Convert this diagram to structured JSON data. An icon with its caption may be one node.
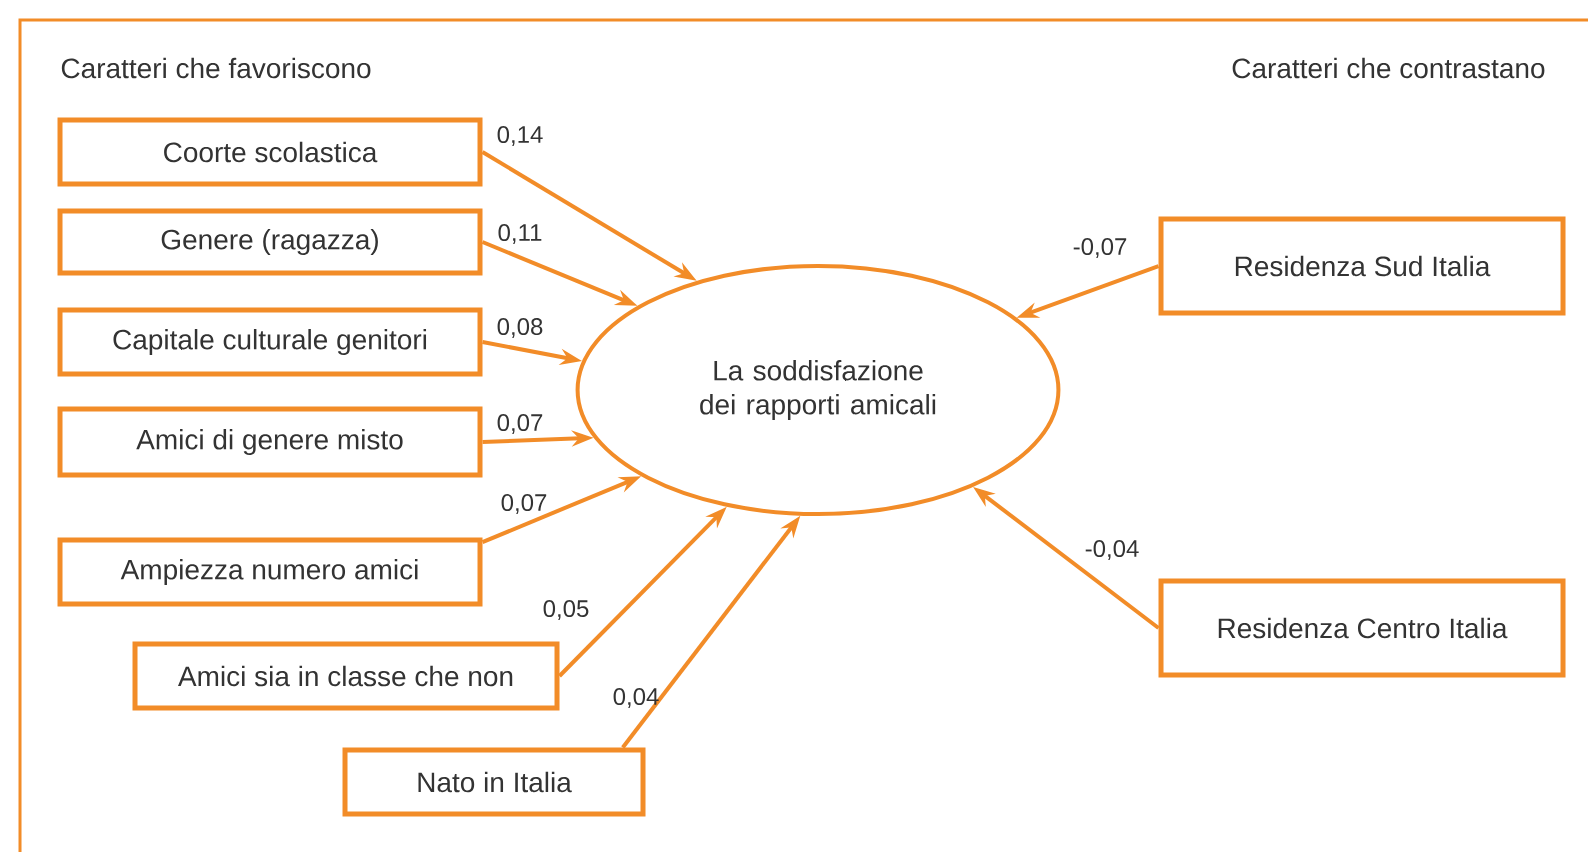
{
  "diagram": {
    "nodes": [
      {
        "text": [
          "Coorte scolastica"
        ]
      },
      {
        "text": [
          "Genere (ragazza)"
        ]
      },
      {
        "text": [
          "Capitale culturale genitori"
        ]
      },
      {
        "text": [
          "Amici di genere misto"
        ]
      },
      {
        "text": [
          "Ampiezza numero amici"
        ]
      },
      {
        "text": [
          "Amici sia in classe che non"
        ]
      },
      {
        "text": [
          "Nato in Italia"
        ]
      },
      {
        "text": [
          "La soddisfazione dei rapporti amicali"
        ]
      },
      {
        "text": [
          "Residenza Sud Italia"
        ]
      },
      {
        "text": [
          "Residenza Centro Italia"
        ]
      }
    ],
    "edges": [
      {
        "from": 0,
        "to": 7,
        "arrow": "to",
        "label": "0,14"
      },
      {
        "from": 1,
        "to": 7,
        "arrow": "to",
        "label": "0,11"
      },
      {
        "from": 2,
        "to": 7,
        "arrow": "to",
        "label": "0,08"
      },
      {
        "from": 3,
        "to": 7,
        "arrow": "to",
        "label": "0,07"
      },
      {
        "from": 4,
        "to": 7,
        "arrow": "to",
        "label": "0,07"
      },
      {
        "from": 5,
        "to": 7,
        "arrow": "to",
        "label": "0,05"
      },
      {
        "from": 6,
        "to": 7,
        "arrow": "to",
        "label": "0,04"
      },
      {
        "from": 8,
        "to": 7,
        "arrow": "to",
        "label": "-0,07"
      },
      {
        "from": 9,
        "to": 7,
        "arrow": "to",
        "label": "-0,04"
      }
    ],
    "labels": [
      "Caratteri che favoriscono",
      "Caratteri che contrastano"
    ]
  }
}
